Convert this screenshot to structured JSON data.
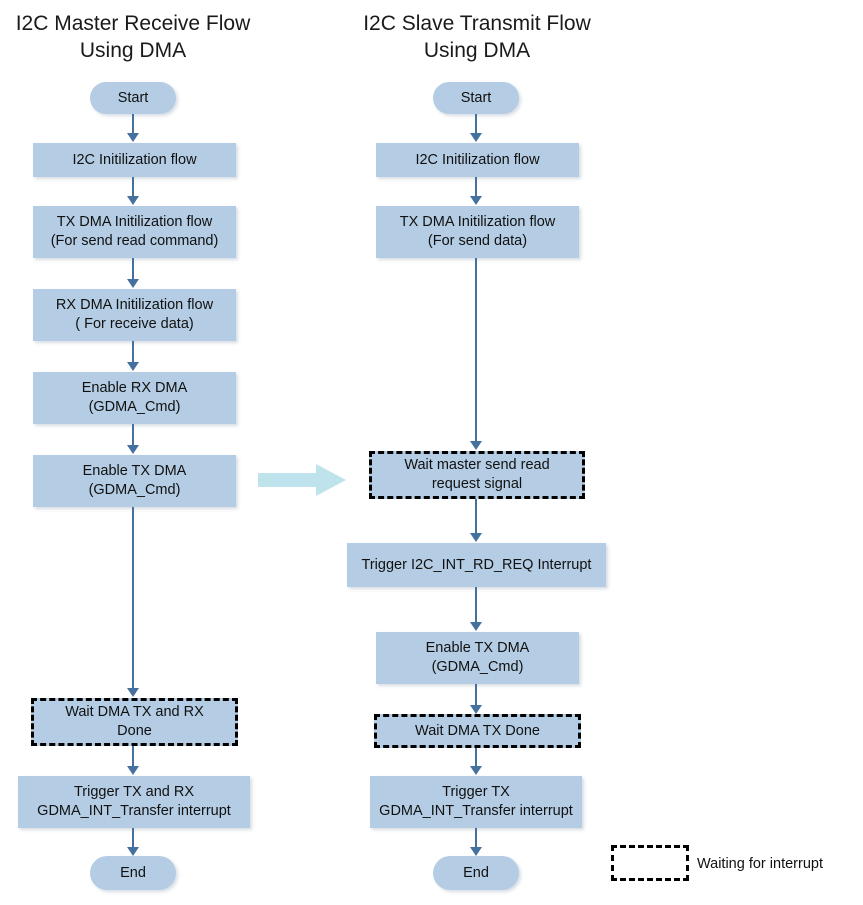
{
  "diagram": {
    "flows": [
      {
        "title": "I2C Master Receive Flow\nUsing DMA",
        "nodes": [
          {
            "id": "m-start",
            "label": "Start",
            "shape": "pill"
          },
          {
            "id": "m-init",
            "label": "I2C Initilization flow",
            "shape": "rect"
          },
          {
            "id": "m-txinit",
            "label": "TX DMA Initilization flow\n(For send read command)",
            "shape": "rect"
          },
          {
            "id": "m-rxinit",
            "label": "RX DMA Initilization flow\n( For receive data)",
            "shape": "rect"
          },
          {
            "id": "m-enrx",
            "label": "Enable RX DMA\n(GDMA_Cmd)",
            "shape": "rect"
          },
          {
            "id": "m-entx",
            "label": "Enable TX DMA\n(GDMA_Cmd)",
            "shape": "rect"
          },
          {
            "id": "m-wait",
            "label": "Wait DMA TX and RX\nDone",
            "shape": "dashed"
          },
          {
            "id": "m-trigger",
            "label": "Trigger TX and RX\nGDMA_INT_Transfer interrupt",
            "shape": "rect"
          },
          {
            "id": "m-end",
            "label": "End",
            "shape": "pill"
          }
        ]
      },
      {
        "title": "I2C Slave Transmit Flow\nUsing DMA",
        "nodes": [
          {
            "id": "s-start",
            "label": "Start",
            "shape": "pill"
          },
          {
            "id": "s-init",
            "label": "I2C Initilization flow",
            "shape": "rect"
          },
          {
            "id": "s-txinit",
            "label": "TX DMA Initilization flow\n(For send data)",
            "shape": "rect"
          },
          {
            "id": "s-waitreq",
            "label": "Wait master send read\nrequest signal",
            "shape": "dashed"
          },
          {
            "id": "s-trigint",
            "label": "Trigger I2C_INT_RD_REQ Interrupt",
            "shape": "rect"
          },
          {
            "id": "s-entx",
            "label": "Enable TX DMA\n(GDMA_Cmd)",
            "shape": "rect"
          },
          {
            "id": "s-wait",
            "label": "Wait DMA TX Done",
            "shape": "dashed"
          },
          {
            "id": "s-trigger",
            "label": "Trigger TX\nGDMA_INT_Transfer interrupt",
            "shape": "rect"
          },
          {
            "id": "s-end",
            "label": "End",
            "shape": "pill"
          }
        ]
      }
    ],
    "legend": {
      "label": "Waiting for interrupt"
    },
    "colors": {
      "node_fill": "#b4cde4",
      "arrow": "#44719e",
      "cross_arrow": "#bfe3ec",
      "dashed_border": "#000000",
      "text": "#111111",
      "background": "#ffffff"
    }
  }
}
